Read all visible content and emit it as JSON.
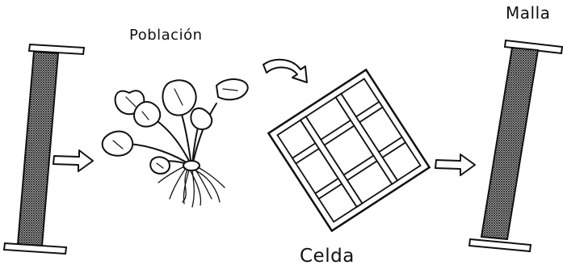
{
  "labels": {
    "population": "Población",
    "cell": "Celda",
    "mesh": "Malla"
  },
  "icons": {
    "left_screen": "mesh-screen-icon",
    "plant": "water-hyacinth-plant-icon",
    "cell": "grid-cell-frame-icon",
    "right_screen": "mesh-screen-icon",
    "arrows": "arrow-right-icon"
  },
  "colors": {
    "ink": "#111111",
    "mesh_fill": "#3a3a3a",
    "background": "#ffffff"
  }
}
